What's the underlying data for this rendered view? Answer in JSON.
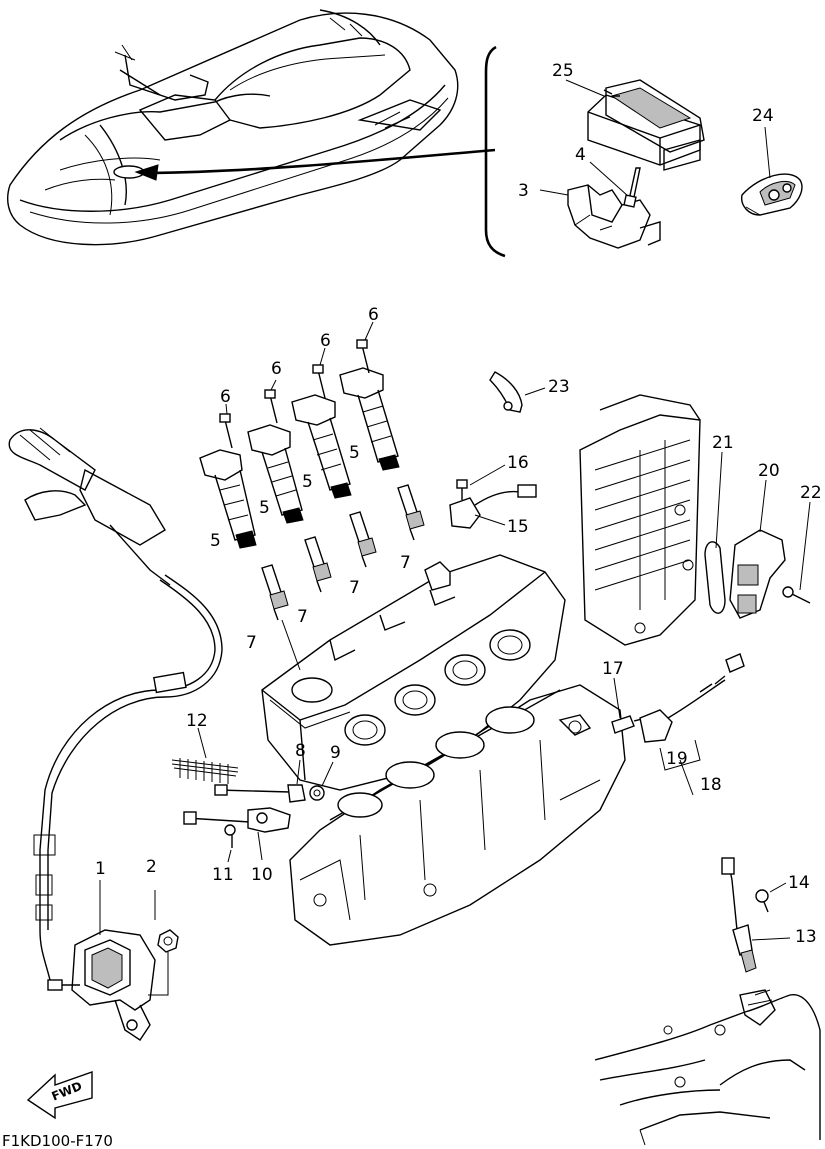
{
  "diagram": {
    "reference_code": "F1KD100-F170",
    "fwd_label": "FWD",
    "callouts": [
      {
        "id": "c25",
        "label": "25"
      },
      {
        "id": "c24",
        "label": "24"
      },
      {
        "id": "c4",
        "label": "4"
      },
      {
        "id": "c3",
        "label": "3"
      },
      {
        "id": "c23",
        "label": "23"
      },
      {
        "id": "c6a",
        "label": "6"
      },
      {
        "id": "c6b",
        "label": "6"
      },
      {
        "id": "c6c",
        "label": "6"
      },
      {
        "id": "c6d",
        "label": "6"
      },
      {
        "id": "c5a",
        "label": "5"
      },
      {
        "id": "c5b",
        "label": "5"
      },
      {
        "id": "c5c",
        "label": "5"
      },
      {
        "id": "c5d",
        "label": "5"
      },
      {
        "id": "c16",
        "label": "16"
      },
      {
        "id": "c15",
        "label": "15"
      },
      {
        "id": "c7a",
        "label": "7"
      },
      {
        "id": "c7b",
        "label": "7"
      },
      {
        "id": "c7c",
        "label": "7"
      },
      {
        "id": "c7d",
        "label": "7"
      },
      {
        "id": "c21",
        "label": "21"
      },
      {
        "id": "c20",
        "label": "20"
      },
      {
        "id": "c22",
        "label": "22"
      },
      {
        "id": "c17",
        "label": "17"
      },
      {
        "id": "c19",
        "label": "19"
      },
      {
        "id": "c18",
        "label": "18"
      },
      {
        "id": "c12",
        "label": "12"
      },
      {
        "id": "c8",
        "label": "8"
      },
      {
        "id": "c9",
        "label": "9"
      },
      {
        "id": "c11",
        "label": "11"
      },
      {
        "id": "c10",
        "label": "10"
      },
      {
        "id": "c1",
        "label": "1"
      },
      {
        "id": "c2",
        "label": "2"
      },
      {
        "id": "c14",
        "label": "14"
      },
      {
        "id": "c13",
        "label": "13"
      }
    ]
  }
}
